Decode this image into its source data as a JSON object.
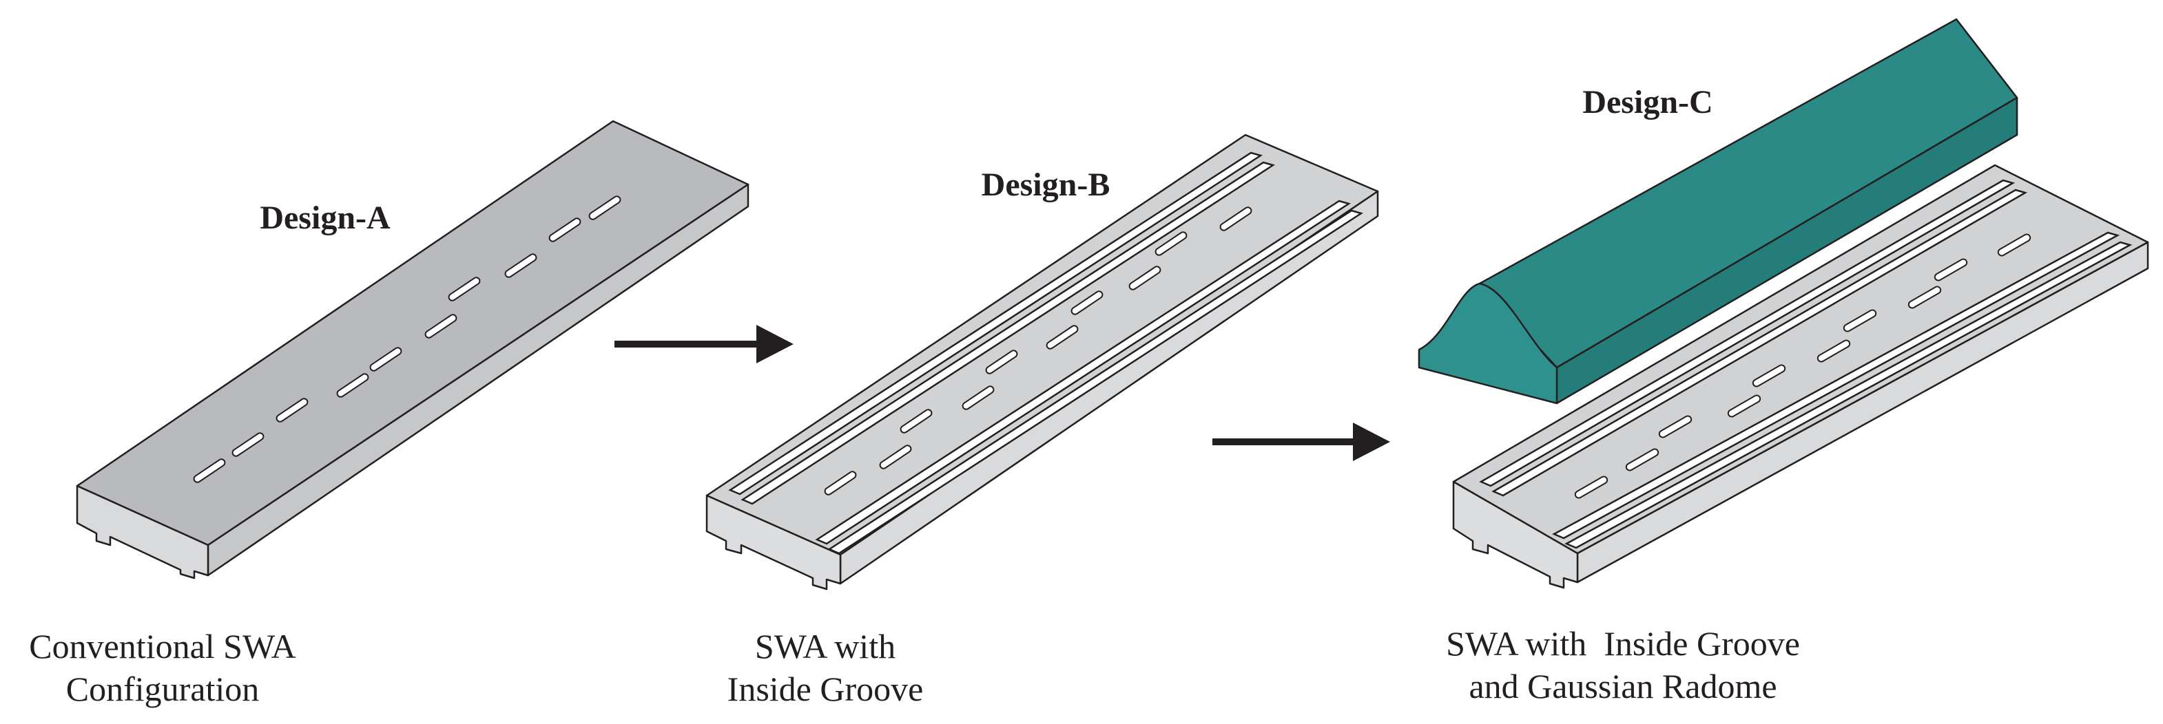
{
  "designs": [
    {
      "title": "Design-A",
      "caption_line1": "Conventional SWA",
      "caption_line2": "Configuration"
    },
    {
      "title": "Design-B",
      "caption_line1": "SWA with",
      "caption_line2": "Inside Groove"
    },
    {
      "title": "Design-C",
      "caption_line1": "SWA with  Inside Groove",
      "caption_line2": "and Gaussian Radome"
    }
  ],
  "colors": {
    "waveguide_a_top": "#b9babd",
    "waveguide_top": "#d1d2d4",
    "waveguide_side": "#d9dadc",
    "radome_top": "#2b8a86",
    "radome_side": "#237a76",
    "arrow": "#231f20",
    "text": "#231f20"
  },
  "icons": [
    "right-arrow-icon",
    "right-arrow-icon"
  ]
}
